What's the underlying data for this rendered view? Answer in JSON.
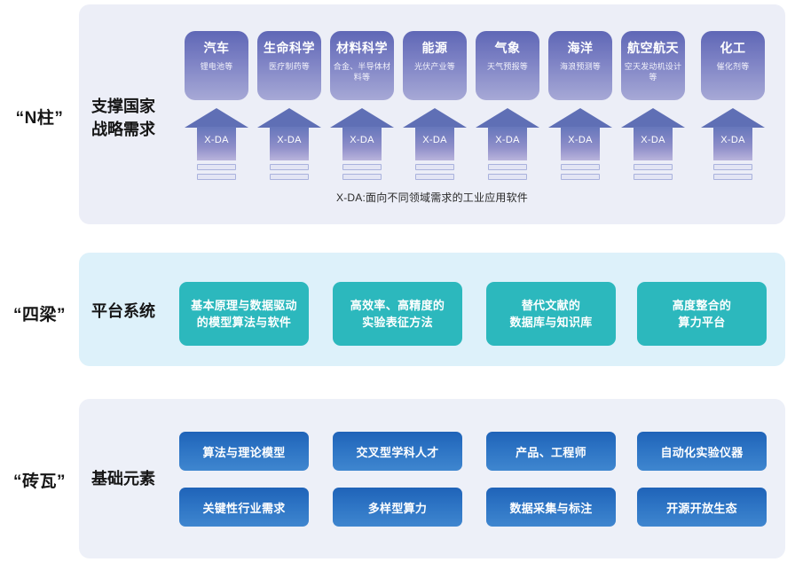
{
  "rows": {
    "pillars": {
      "outer_label": "“N柱”",
      "section_title": "支撑国家\n战略需求",
      "section_title_line1": "支撑国家",
      "section_title_line2": "战略需求",
      "caption": "X-DA:面向不同领域需求的工业应用软件",
      "arrow_label": "X-DA",
      "cards": [
        {
          "title": "汽车",
          "subtitle": "锂电池等"
        },
        {
          "title": "生命科学",
          "subtitle": "医疗制药等"
        },
        {
          "title": "材料科学",
          "subtitle": "合金、半导体材料等"
        },
        {
          "title": "能源",
          "subtitle": "光伏产业等"
        },
        {
          "title": "气象",
          "subtitle": "天气预报等"
        },
        {
          "title": "海洋",
          "subtitle": "海浪预测等"
        },
        {
          "title": "航空航天",
          "subtitle": "空天发动机设计等"
        },
        {
          "title": "化工",
          "subtitle": "催化剂等"
        }
      ]
    },
    "platform": {
      "outer_label": "“四梁”",
      "section_title": "平台系统",
      "cards": [
        {
          "line1": "基本原理与数据驱动",
          "line2": "的模型算法与软件"
        },
        {
          "line1": "高效率、高精度的",
          "line2": "实验表征方法"
        },
        {
          "line1": "替代文献的",
          "line2": "数据库与知识库"
        },
        {
          "line1": "高度整合的",
          "line2": "算力平台"
        }
      ]
    },
    "base": {
      "outer_label": "“砖瓦”",
      "section_title": "基础元素",
      "row1": [
        "算法与理论模型",
        "交叉型学科人才",
        "产品、工程师",
        "自动化实验仪器"
      ],
      "row2": [
        "关键性行业需求",
        "多样型算力",
        "数据采集与标注",
        "开源开放生态"
      ]
    }
  },
  "colors": {
    "panel_pillars_bg": "#eceef7",
    "panel_platform_bg": "#ddf1fa",
    "panel_base_bg": "#edf0f8",
    "domain_card_top": "#5f67b6",
    "domain_card_bottom": "#a7a9d6",
    "arrow_fill": "#5f6fb5",
    "teal_card": "#2cb8bd",
    "blue_card_top": "#1f63b8",
    "blue_card_bottom": "#3f86cf",
    "text_dark": "#161616"
  }
}
